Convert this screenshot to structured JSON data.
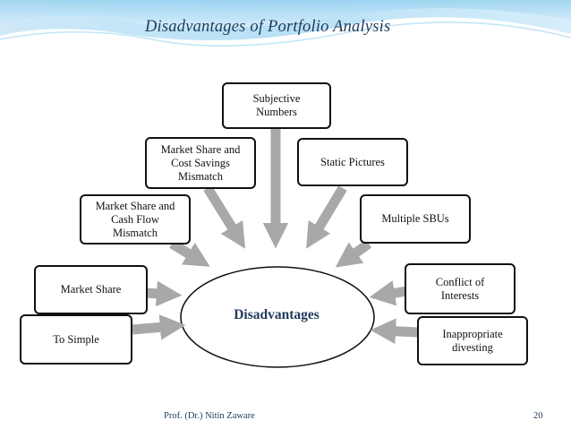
{
  "title": "Disadvantages of Portfolio Analysis",
  "center": "Disadvantages",
  "boxes": {
    "subjective_numbers": "Subjective\nNumbers",
    "market_share_cost": "Market Share and\nCost Savings\nMismatch",
    "static_pictures": "Static Pictures",
    "market_share_cash": "Market Share and\nCash Flow\nMismatch",
    "multiple_sbus": "Multiple SBUs",
    "market_share": "Market Share",
    "conflict": "Conflict of\nInterests",
    "to_simple": "To Simple",
    "inappropriate": "Inappropriate\ndivesting"
  },
  "footer": {
    "author": "Prof. (Dr.) Nitin Zaware",
    "page": "20"
  },
  "colors": {
    "accent": "#9fd3f0",
    "title": "#1f3a5a",
    "arrow": "#a8a8a8"
  }
}
